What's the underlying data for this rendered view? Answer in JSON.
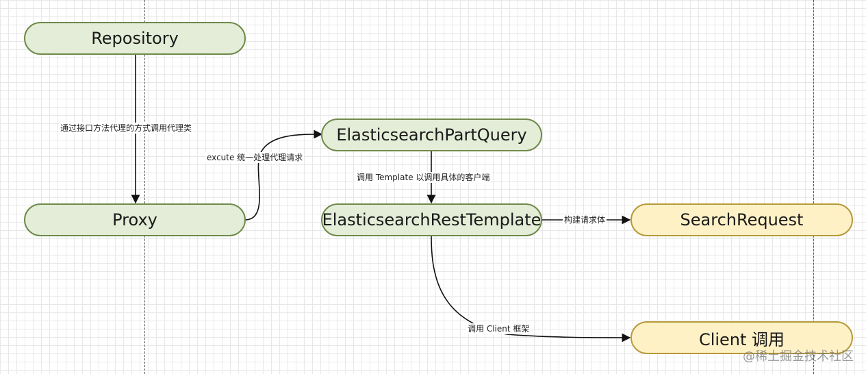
{
  "nodes": {
    "repository": "Repository",
    "proxy": "Proxy",
    "partquery": "ElasticsearchPartQuery",
    "resttemplate": "ElasticsearchRestTemplate",
    "searchrequest": "SearchRequest",
    "client": "Client 调用"
  },
  "edges": {
    "repo_to_proxy": "通过接口方法代理的方式调用代理类",
    "proxy_to_partquery": "excute 统一处理代理请求",
    "partquery_to_template": "调用 Template 以调用具体的客户端",
    "template_to_search": "构建请求体",
    "template_to_client": "调用 Client 框架"
  },
  "watermark": "@稀土掘金技术社区",
  "colors": {
    "green_fill": "#e4edd7",
    "green_border": "#6f8a4a",
    "yellow_fill": "#fff1c6",
    "yellow_border": "#b79a3a"
  }
}
